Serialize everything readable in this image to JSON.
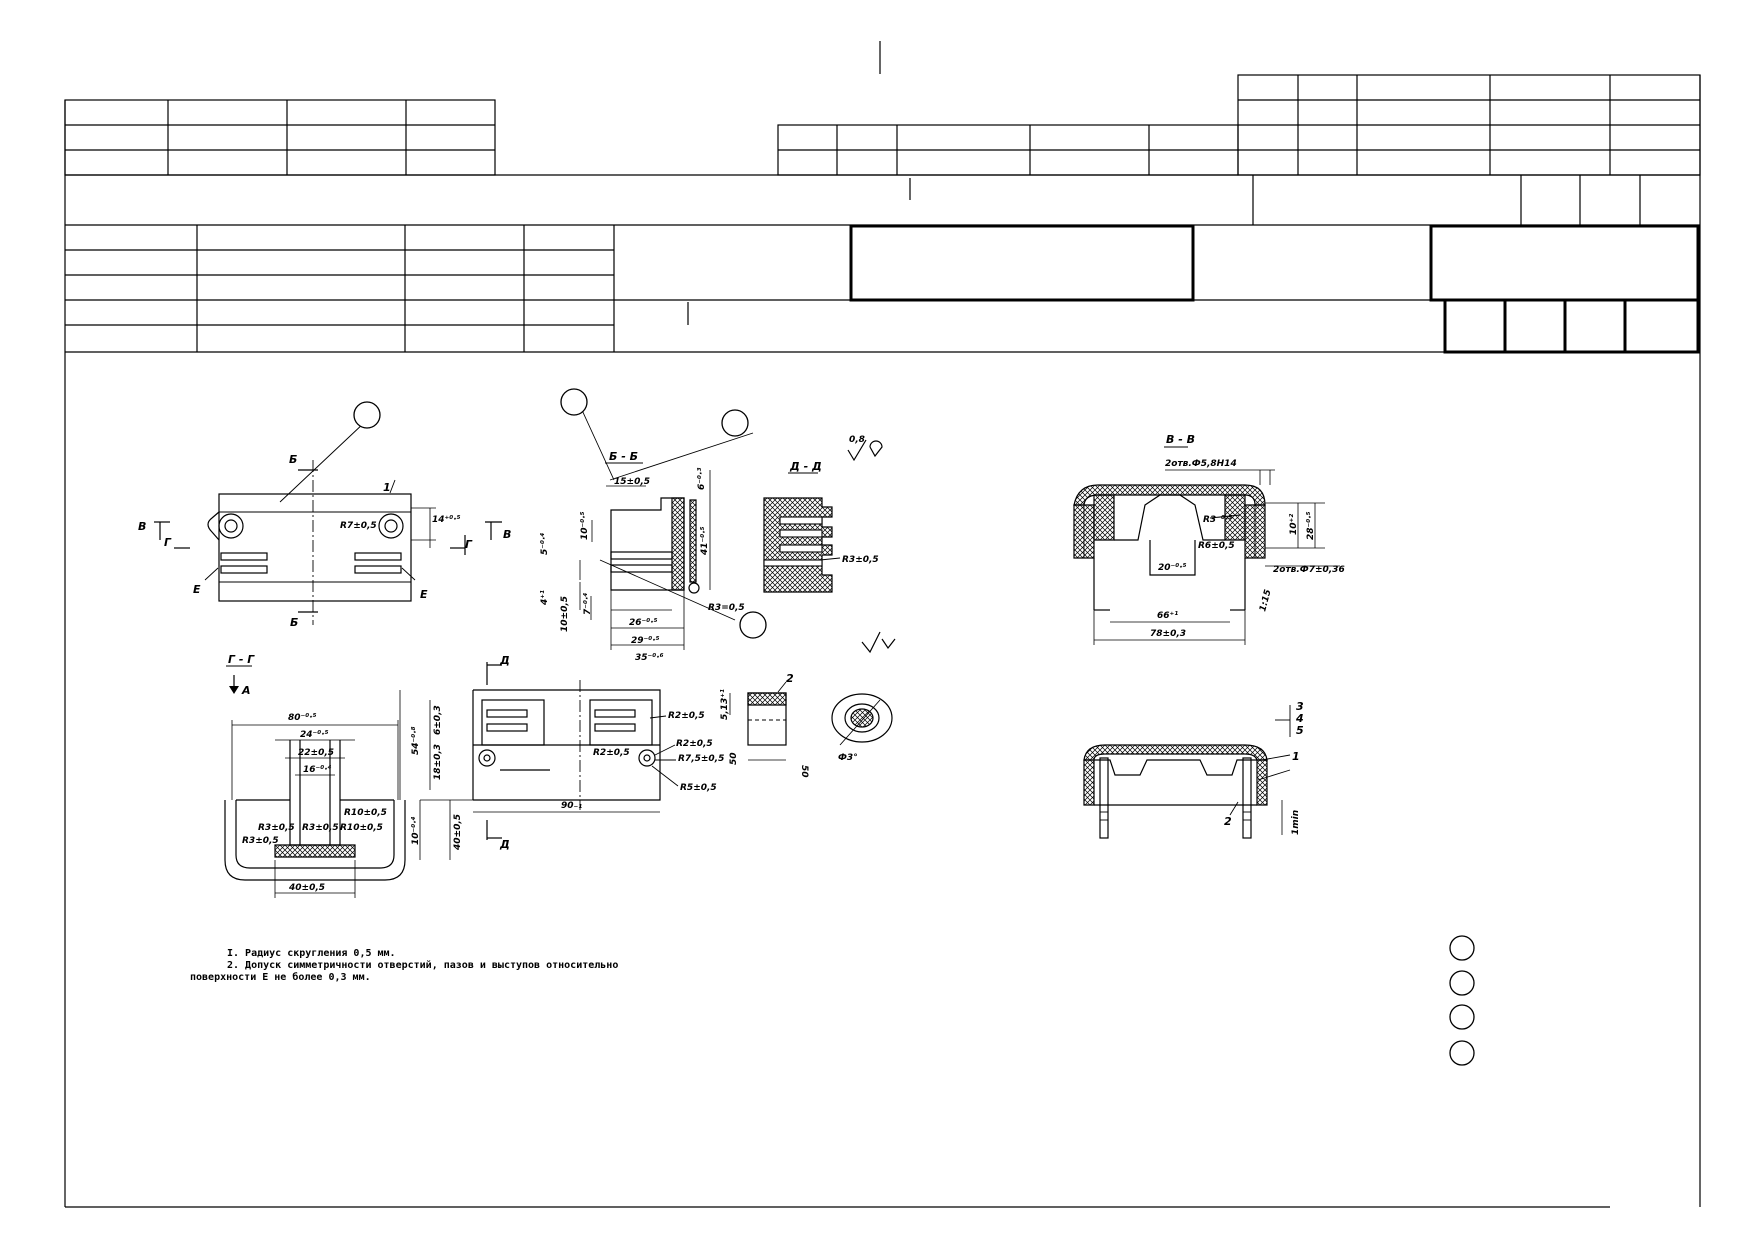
{
  "drawing": {
    "section_bb": "Б - Б",
    "section_dd": "Д - Д",
    "section_vv": "В - В",
    "section_gg": "Г - Г",
    "cut_b": "Б",
    "cut_v": "В",
    "cut_g": "Г",
    "cut_d": "Д",
    "surface_e": "Е",
    "view_a": "А",
    "roughness_1": "0,8",
    "part_label_1": "1",
    "part_label_2": "2",
    "part_label_3": "3",
    "part_label_4": "4",
    "part_label_5": "5"
  },
  "dimensions": {
    "top_r7": "R7±0,5",
    "top_14": "14⁺⁰·⁵",
    "bb_15": "15±0,5",
    "bb_6": "6⁻⁰·³",
    "bb_10": "10⁻⁰·⁵",
    "bb_5": "5⁻⁰·⁴",
    "bb_4": "4⁺¹",
    "bb_10b": "10±0,5",
    "bb_7": "7⁻⁰·⁴",
    "bb_26": "26⁻⁰·⁵",
    "bb_29": "29⁻⁰·⁵",
    "bb_35": "35⁻⁰·⁶",
    "bb_41": "41⁻⁰·⁵",
    "bb_r3": "R3=0,5",
    "dd_r3": "R3±0,5",
    "vv_holes": "2отв.Ф5,8H14",
    "vv_r3": "R3⁻⁰·⁵",
    "vv_r6": "R6±0,5",
    "vv_10": "10⁺²",
    "vv_28": "28⁻⁰·⁵",
    "vv_20": "20⁻⁰·⁵",
    "vv_holes2": "2отв.Ф7±0,36",
    "vv_115": "1:15",
    "vv_66": "66⁺¹",
    "vv_78": "78±0,3",
    "gg_80": "80⁻⁰·⁵",
    "gg_24": "24⁻⁰·⁵",
    "gg_22": "22±0,5",
    "gg_16": "16⁻⁰·⁴",
    "gg_r3a": "R3±0,5",
    "gg_r3b": "R3±0,5",
    "gg_r3c": "R3±0,5",
    "gg_r10a": "R10±0,5",
    "gg_r10b": "R10±0,5",
    "gg_40": "40±0,5",
    "gg_10": "10⁻⁰·⁴",
    "mid_54": "54⁻⁰·⁸",
    "mid_6": "6±0,3",
    "mid_18": "18±0,3",
    "mid_40": "40±0,5",
    "mid_90": "90₋₁",
    "mid_r2a": "R2±0,5",
    "mid_r2b": "R2±0,5",
    "mid_r2c": "R2±0,5",
    "mid_r75": "R7,5±0,5",
    "mid_r5": "R5±0,5",
    "small_513": "5,13⁺¹",
    "small_50a": "50",
    "small_50b": "50",
    "ring_3": "Ф3°",
    "asm_1m": "1min"
  },
  "notes": {
    "line1": "I. Радиус скругления 0,5 мм.",
    "line2": "2. Допуск симметричности отверстий, пазов и выступов относительно",
    "line3": "поверхности Е не более 0,3 мм."
  }
}
